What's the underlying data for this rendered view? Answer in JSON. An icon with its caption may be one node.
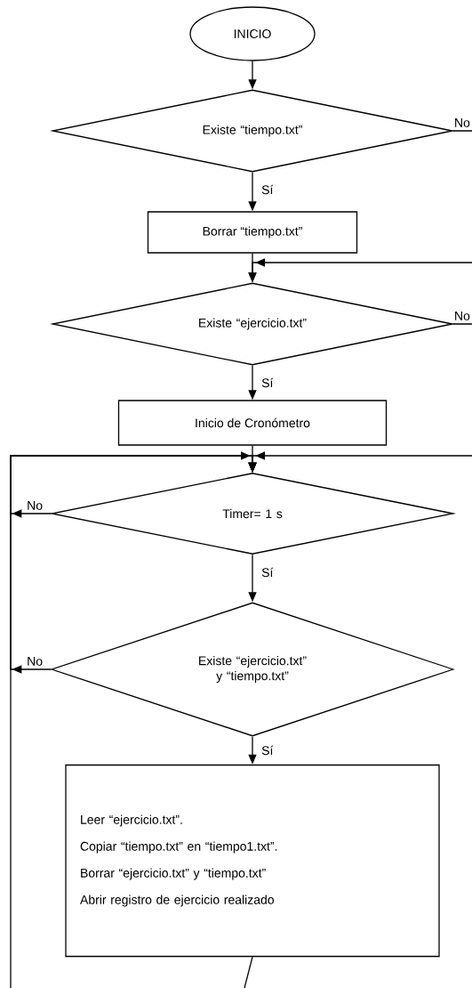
{
  "diagram": {
    "nodes": [
      {
        "text": [
          "INICIO"
        ]
      },
      {
        "text": [
          "Existe “tiempo.txt”"
        ]
      },
      {
        "text": [
          "Borrar “tiempo.txt”"
        ]
      },
      {
        "text": [
          "Existe “ejercicio.txt”"
        ]
      },
      {
        "text": [
          "Inicio de Cronómetro"
        ]
      },
      {
        "text": [
          "Timer= 1 s"
        ]
      },
      {
        "text": [
          "Existe “ejercicio.txt” y “tiempo.txt”"
        ]
      },
      {
        "text": [
          "Leer “ejercicio.txt”.",
          "Copiar “tiempo.txt” en “tiempo1.txt”.",
          "Borrar “ejercicio.txt” y “tiempo.txt”",
          "Abrir registro de ejercicio realizado"
        ]
      }
    ],
    "edges": [
      {
        "from": 0,
        "to": 1,
        "arrow": "to"
      },
      {
        "from": 1,
        "to": 2,
        "arrow": "to",
        "label": "Sí"
      },
      {
        "from": 1,
        "to": null,
        "arrow": "none",
        "label": "No"
      },
      {
        "from": null,
        "to": 3,
        "arrow": "to"
      },
      {
        "from": 2,
        "to": 3,
        "arrow": "to"
      },
      {
        "from": 3,
        "to": null,
        "arrow": "none",
        "label": "No"
      },
      {
        "from": 3,
        "to": 4,
        "arrow": "to",
        "label": "Sí"
      },
      {
        "from": null,
        "to": 5,
        "arrow": "to"
      },
      {
        "from": 4,
        "to": 5,
        "arrow": "to"
      },
      {
        "from": 5,
        "to": 5,
        "arrow": "to",
        "label": "No"
      },
      {
        "from": 6,
        "to": 5,
        "arrow": "to",
        "label": "No"
      },
      {
        "from": 5,
        "to": 6,
        "arrow": "to",
        "label": "Sí"
      },
      {
        "from": 6,
        "to": 7,
        "arrow": "to",
        "label": "Sí"
      },
      {
        "from": 7,
        "to": null,
        "arrow": "none"
      },
      {
        "from": null,
        "to": 5,
        "arrow": "to"
      }
    ]
  }
}
